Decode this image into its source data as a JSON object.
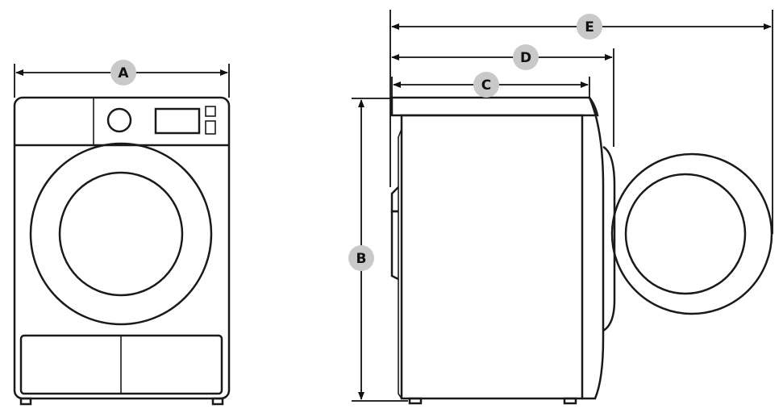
{
  "dimensions": {
    "A": "A",
    "B": "B",
    "C": "C",
    "D": "D",
    "E": "E"
  },
  "colors": {
    "stroke": "#1a1a1a",
    "badge": "#c9c9c9",
    "background": "#ffffff"
  }
}
